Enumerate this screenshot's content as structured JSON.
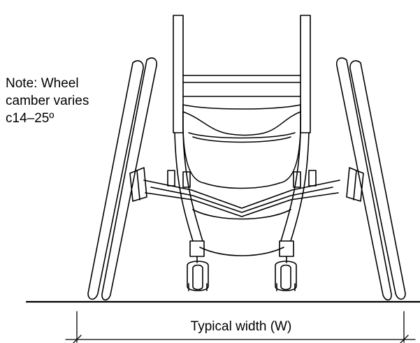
{
  "note_lines": [
    "Note: Wheel",
    "camber varies",
    "c14–25º"
  ],
  "dimension_label": "Typical width (W)"
}
